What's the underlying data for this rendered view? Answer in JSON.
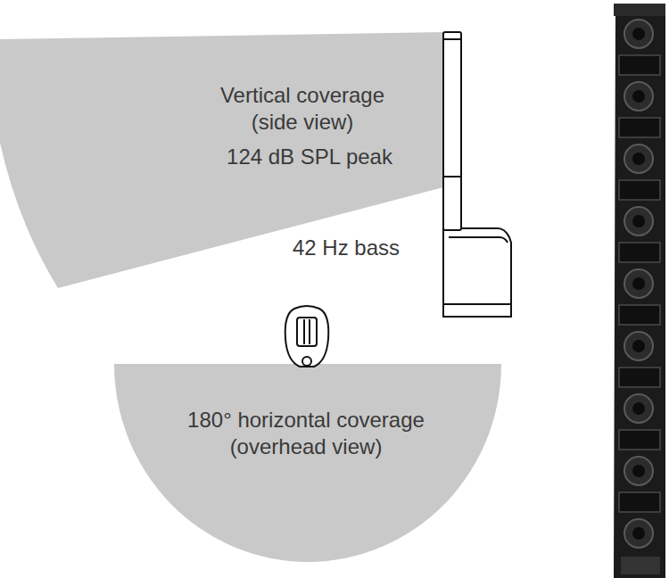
{
  "diagram": {
    "nodes": [
      {
        "text": [
          "Vertical coverage (side view)",
          "124 dB SPL peak"
        ]
      },
      {
        "text": [
          "180° horizontal coverage (overhead view)"
        ]
      }
    ],
    "labels": [
      "42 Hz bass"
    ]
  }
}
